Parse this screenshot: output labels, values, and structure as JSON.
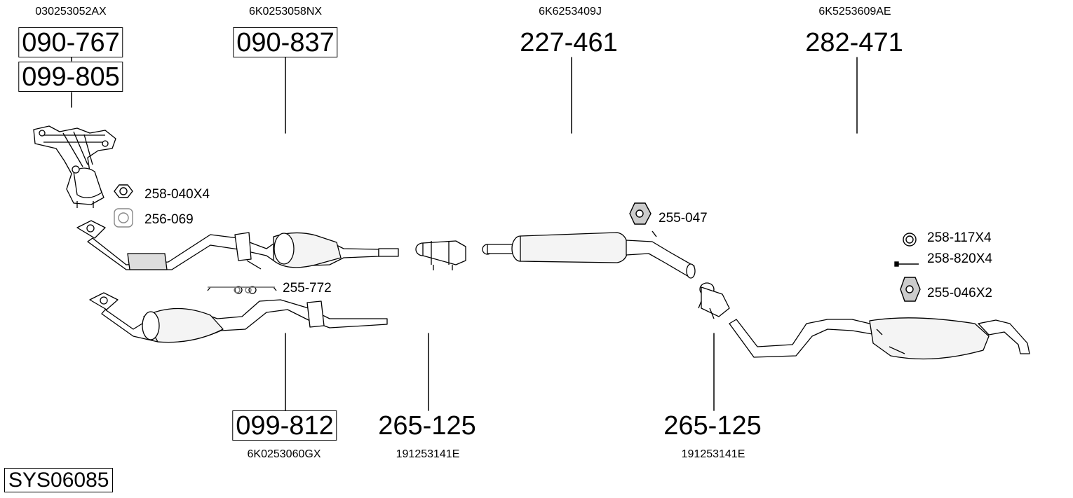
{
  "system_code": "SYS06085",
  "top_items": [
    {
      "oem": "030253052AX",
      "part": "090-767",
      "boxed": true
    },
    {
      "part": "099-805",
      "boxed": true
    },
    {
      "oem": "6K0253058NX",
      "part": "090-837",
      "boxed": true
    },
    {
      "oem": "6K6253409J",
      "part": "227-461",
      "boxed": false
    },
    {
      "oem": "6K5253609AE",
      "part": "282-471",
      "boxed": false
    }
  ],
  "bottom_items": [
    {
      "oem": "6K0253060GX",
      "part": "099-812",
      "boxed": true
    },
    {
      "oem": "191253141E",
      "part": "265-125",
      "boxed": false
    },
    {
      "oem": "191253141E",
      "part": "265-125",
      "boxed": false
    }
  ],
  "small_parts": [
    {
      "part": "258-040X4",
      "icon": "hex-nut-icon"
    },
    {
      "part": "256-069",
      "icon": "gasket-icon"
    },
    {
      "part": "255-772",
      "icon": "bracket-icon"
    },
    {
      "part": "255-047",
      "icon": "rubber-hanger-icon"
    },
    {
      "part": "258-117X4",
      "icon": "ring-washer-icon"
    },
    {
      "part": "258-820X4",
      "icon": "bolt-icon"
    },
    {
      "part": "255-046X2",
      "icon": "rubber-hanger-icon"
    }
  ]
}
